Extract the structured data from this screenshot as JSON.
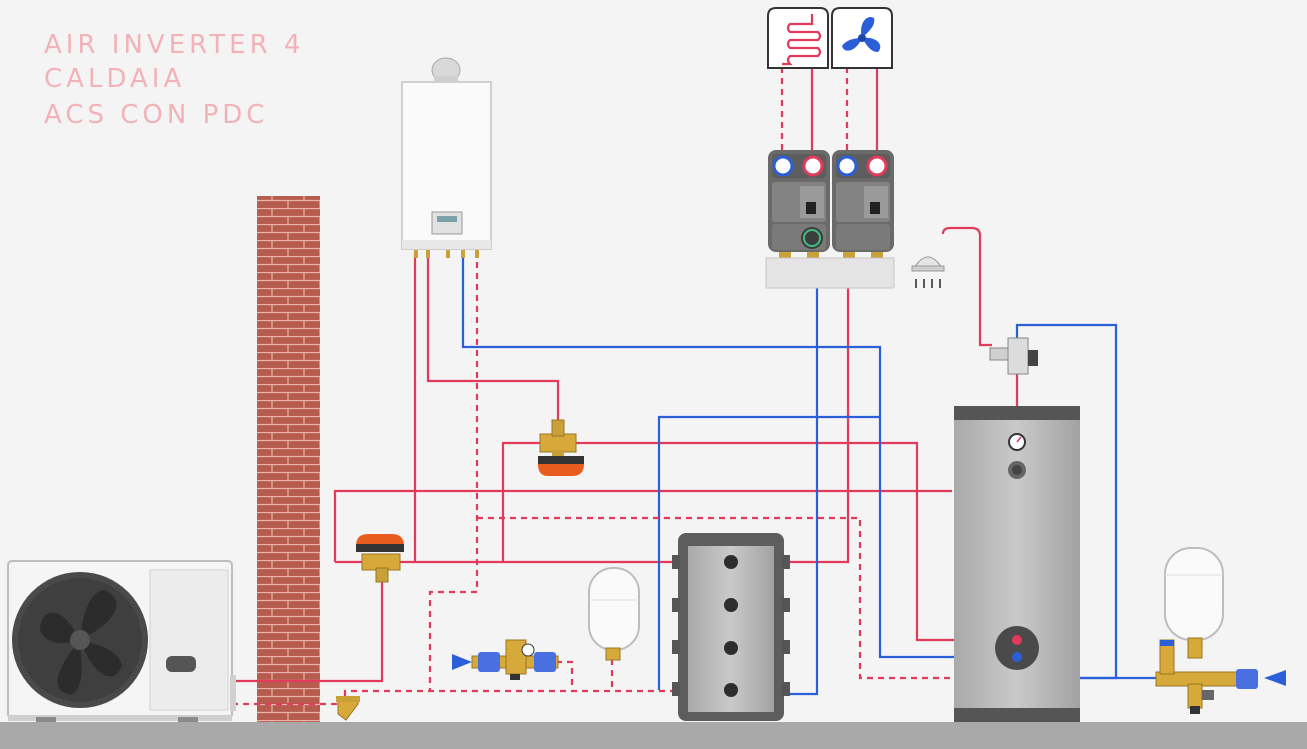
{
  "title_lines": [
    "AIR INVERTER 4",
    "CALDAIA",
    "ACS CON PDC"
  ],
  "colors": {
    "hot": "#e23a5a",
    "cold": "#2b5fd9",
    "brick": "#b5574a",
    "floor": "#a9a9a9",
    "background": "#f4f4f4",
    "valve_actuator": "#e85d1e",
    "brass": "#d6a93a",
    "tank": "#b7b7b7"
  },
  "icons": {
    "heat_pump_unit": "fan-icon",
    "emitter_radiant": "floor-heating-coil-icon",
    "emitter_fan": "fan-coil-icon",
    "shower": "shower-icon"
  }
}
